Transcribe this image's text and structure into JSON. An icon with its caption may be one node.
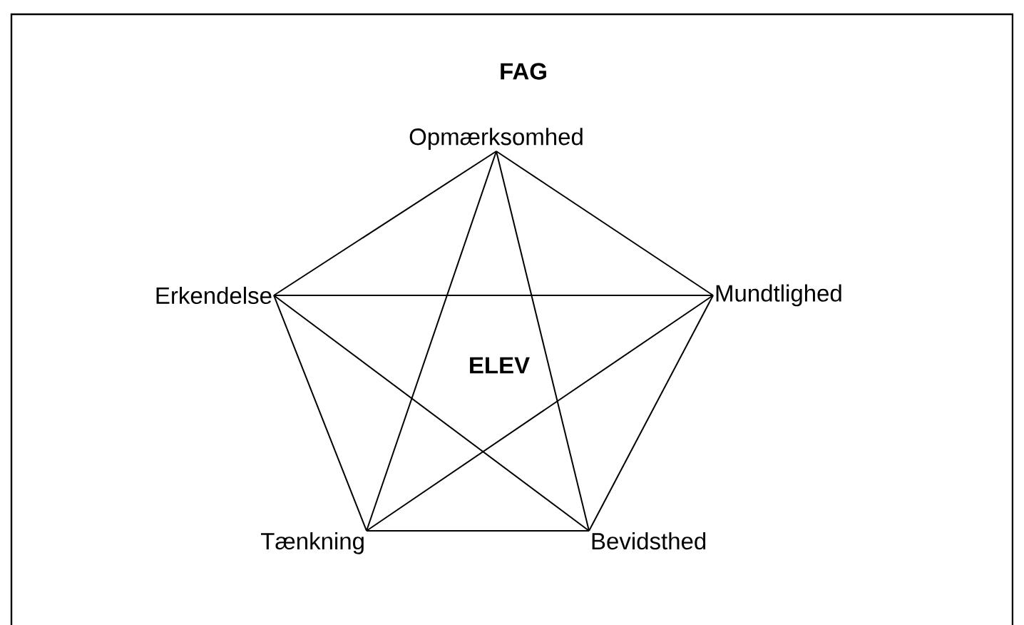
{
  "diagram": {
    "title": "FAG",
    "nodes": [
      {
        "text": [
          "Opmærksomhed"
        ]
      },
      {
        "text": [
          "Erkendelse"
        ]
      },
      {
        "text": [
          "Mundtlighed"
        ]
      },
      {
        "text": [
          "Tænkning"
        ]
      },
      {
        "text": [
          "Bevidsthed"
        ]
      }
    ],
    "edges": [
      {
        "from": 0,
        "to": 2,
        "arrow": "none"
      },
      {
        "from": 2,
        "to": 4,
        "arrow": "none"
      },
      {
        "from": 4,
        "to": 3,
        "arrow": "none"
      },
      {
        "from": 3,
        "to": 1,
        "arrow": "none"
      },
      {
        "from": 1,
        "to": 0,
        "arrow": "none"
      },
      {
        "from": 0,
        "to": 4,
        "arrow": "none"
      },
      {
        "from": 0,
        "to": 3,
        "arrow": "none"
      },
      {
        "from": 1,
        "to": 2,
        "arrow": "none"
      },
      {
        "from": 1,
        "to": 4,
        "arrow": "none"
      },
      {
        "from": 2,
        "to": 3,
        "arrow": "none"
      }
    ],
    "labels": [
      "ELEV"
    ]
  }
}
